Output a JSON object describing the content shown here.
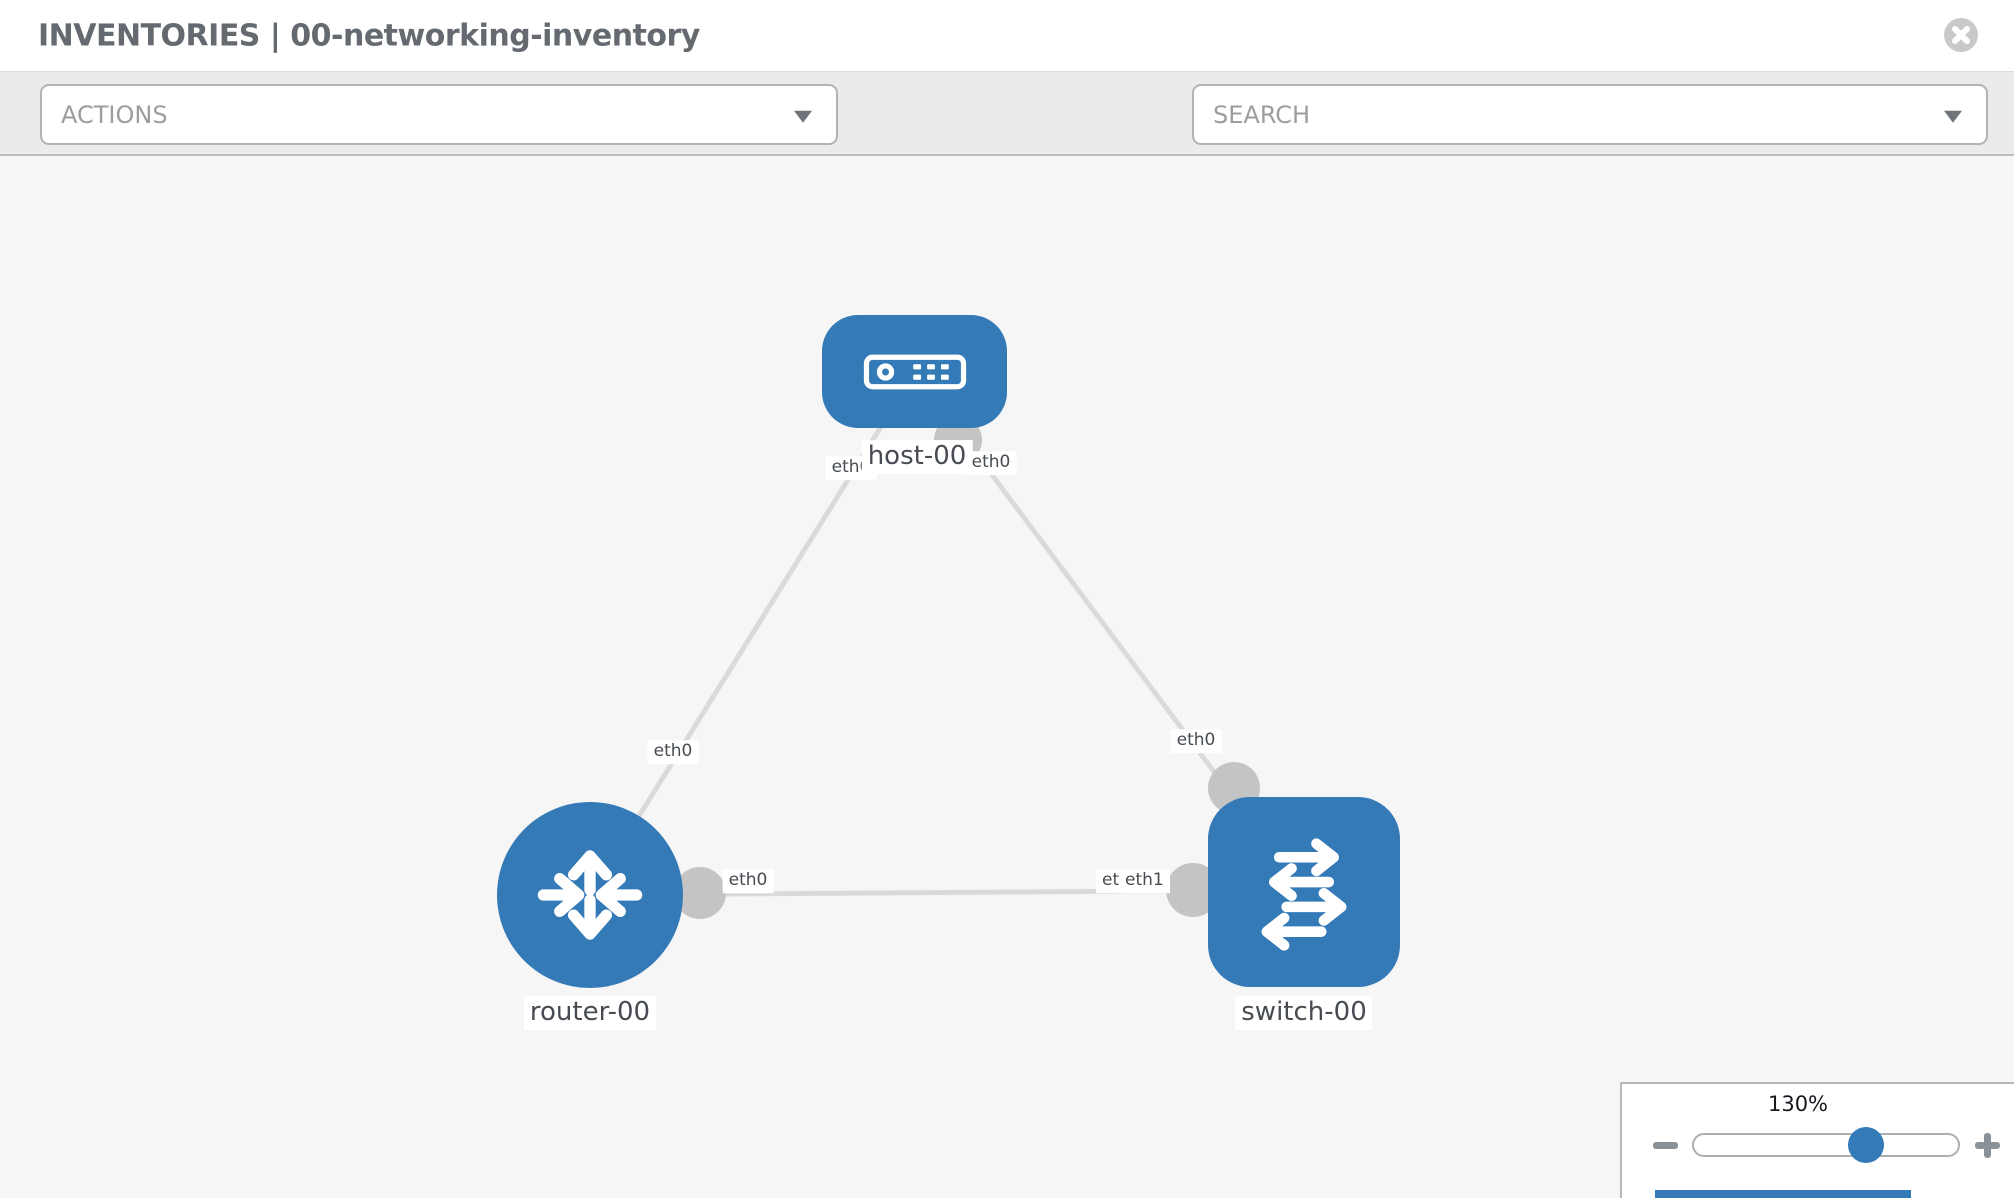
{
  "header": {
    "title": "INVENTORIES | 00-networking-inventory"
  },
  "toolbar": {
    "actions_label": "ACTIONS",
    "search_label": "SEARCH"
  },
  "diagram": {
    "labels": {
      "host": "host-00",
      "router": "router-00",
      "switch": "switch-00"
    },
    "ports": {
      "host_to_router": "eth0",
      "host_to_switch": "eth0",
      "router_to_host": "eth0",
      "router_to_switch": "eth0",
      "switch_to_router_back": "eth0",
      "switch_to_router_front": "eth1",
      "switch_to_host": "eth0"
    },
    "links": [
      {
        "source": "host-00",
        "source_port": "eth0",
        "target": "router-00",
        "target_port": "eth0"
      },
      {
        "source": "host-00",
        "source_port": "eth0",
        "target": "switch-00",
        "target_port": "eth0"
      },
      {
        "source": "router-00",
        "source_port": "eth0",
        "target": "switch-00",
        "target_port": "eth1"
      }
    ]
  },
  "zoom_control": {
    "level": "130%"
  },
  "colors": {
    "node_blue": "#337ab7",
    "link_gray": "#dadada",
    "connector_gray": "#c4c4c4",
    "toolbar_gray": "#ebebeb"
  }
}
